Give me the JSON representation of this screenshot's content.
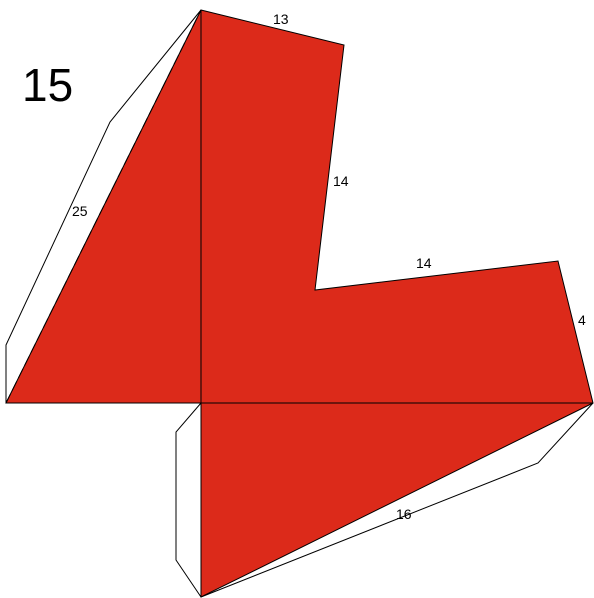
{
  "figure_number": "15",
  "colors": {
    "face_fill": "#dc2a1a",
    "stroke": "#000000",
    "background": "#ffffff"
  },
  "edge_labels": {
    "top": "13",
    "upper_right": "14",
    "inner_horizontal": "14",
    "right_short": "4",
    "left_diagonal": "25",
    "bottom_diagonal": "16"
  }
}
